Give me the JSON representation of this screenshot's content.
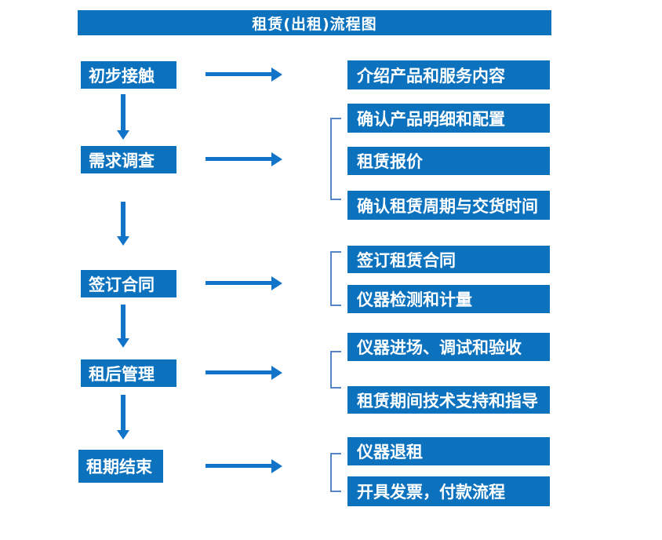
{
  "title": "租赁(出租)流程图",
  "flow": {
    "steps": [
      {
        "label": "初步接触",
        "outputs": [
          "介绍产品和服务内容"
        ]
      },
      {
        "label": "需求调查",
        "outputs": [
          "确认产品明细和配置",
          "租赁报价",
          "确认租赁周期与交货时间"
        ]
      },
      {
        "label": "签订合同",
        "outputs": [
          "签订租赁合同",
          "仪器检测和计量"
        ]
      },
      {
        "label": "租后管理",
        "outputs": [
          "仪器进场、调试和验收",
          "租赁期间技术支持和指导"
        ]
      },
      {
        "label": "租期结束",
        "outputs": [
          "仪器退租",
          "开具发票，付款流程"
        ]
      }
    ]
  },
  "colors": {
    "box_blue": "#0C72BE",
    "arrow_blue": "#1174C8",
    "bracket_blue": "#5585C5",
    "text_white": "#FFFFFF",
    "background": "#FFFFFF"
  }
}
